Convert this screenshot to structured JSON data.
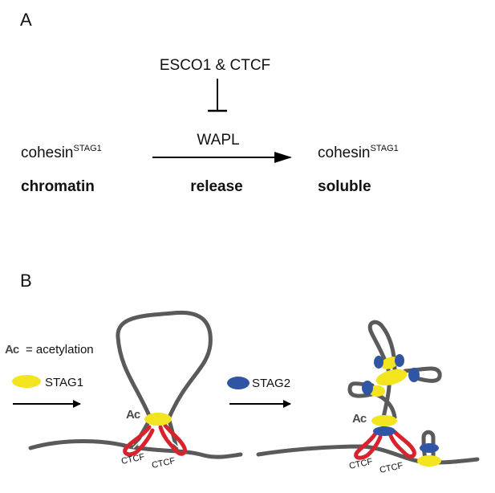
{
  "panel_a": {
    "letter": "A",
    "regulators": "ESCO1 & CTCF",
    "arrow_label": "WAPL",
    "left_base": "cohesin",
    "left_sup": "STAG1",
    "left_state": "chromatin",
    "mid_state": "release",
    "right_base": "cohesin",
    "right_sup": "STAG1",
    "right_state": "soluble"
  },
  "panel_b": {
    "letter": "B",
    "ac_symbol": "Ac",
    "ac_legend": "= acetylation",
    "stag1_label": "STAG1",
    "stag2_label": "STAG2",
    "ctcf_label": "CTCF",
    "colors": {
      "stag1": "#f2e41e",
      "stag2": "#2f55a4",
      "ctcf": "#d8222c",
      "dna": "#5a5a5a"
    }
  }
}
